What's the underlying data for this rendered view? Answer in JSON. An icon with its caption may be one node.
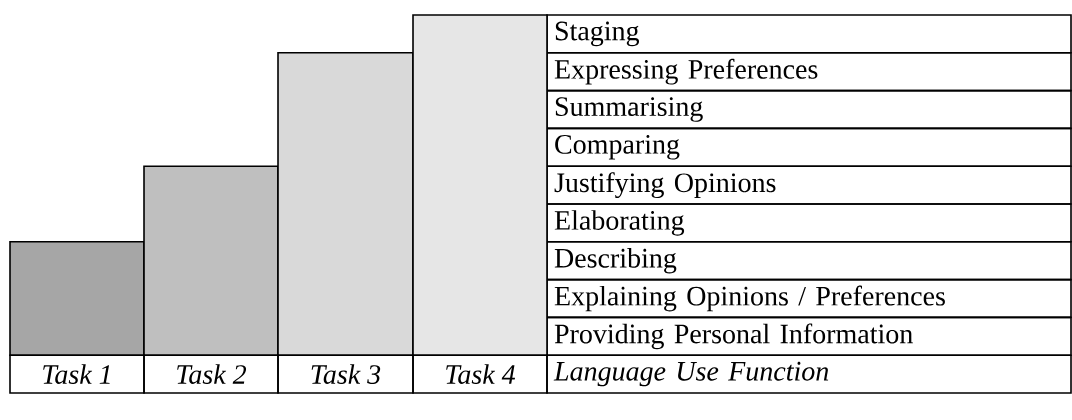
{
  "diagram": {
    "nodes": [
      {
        "text": [
          "Staging"
        ]
      },
      {
        "text": [
          "Expressing Preferences"
        ]
      },
      {
        "text": [
          "Summarising"
        ]
      },
      {
        "text": [
          "Comparing"
        ]
      },
      {
        "text": [
          "Justifying Opinions"
        ]
      },
      {
        "text": [
          "Elaborating"
        ]
      },
      {
        "text": [
          "Describing"
        ]
      },
      {
        "text": [
          "Explaining Opinions / Preferences"
        ]
      },
      {
        "text": [
          "Providing Personal Information"
        ]
      },
      {
        "text": [],
        "shape": "bar"
      },
      {
        "text": [],
        "shape": "bar"
      },
      {
        "text": [],
        "shape": "bar"
      },
      {
        "text": [],
        "shape": "bar"
      },
      {
        "text": [
          "*Task 1*"
        ]
      },
      {
        "text": [
          "*Task 2*"
        ]
      },
      {
        "text": [
          "*Task 3*"
        ]
      },
      {
        "text": [
          "*Task 4*"
        ]
      },
      {
        "text": [
          "*Language Use Function*"
        ]
      }
    ]
  }
}
